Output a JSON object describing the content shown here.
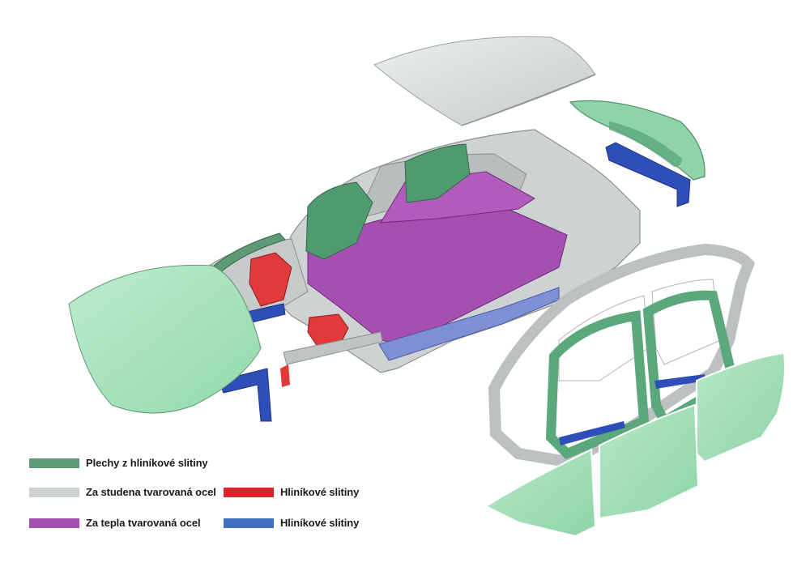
{
  "legend": {
    "items": [
      {
        "label": "Plechy z hliníkové slitiny",
        "color": "#5f9a76"
      },
      {
        "label": "Za studena tvarovaná ocel",
        "color": "#cfd2d3"
      },
      {
        "label": "Za tepla tvarovaná ocel",
        "color": "#a64fb0"
      },
      {
        "label": "Hliníkové slitiny",
        "color": "#d8262a"
      },
      {
        "label": "Hliníkové slitiny",
        "color": "#3f6fc0"
      }
    ]
  },
  "colors": {
    "aluminium_sheet_light": "#a9e2be",
    "aluminium_sheet_dark": "#4f9a6e",
    "cold_steel": "#c9ccce",
    "hot_steel": "#9c3fae",
    "cast_aluminium_red": "#e03a3a",
    "extruded_aluminium_blue": "#2f4fb8",
    "roof": "#dcdfe0"
  }
}
